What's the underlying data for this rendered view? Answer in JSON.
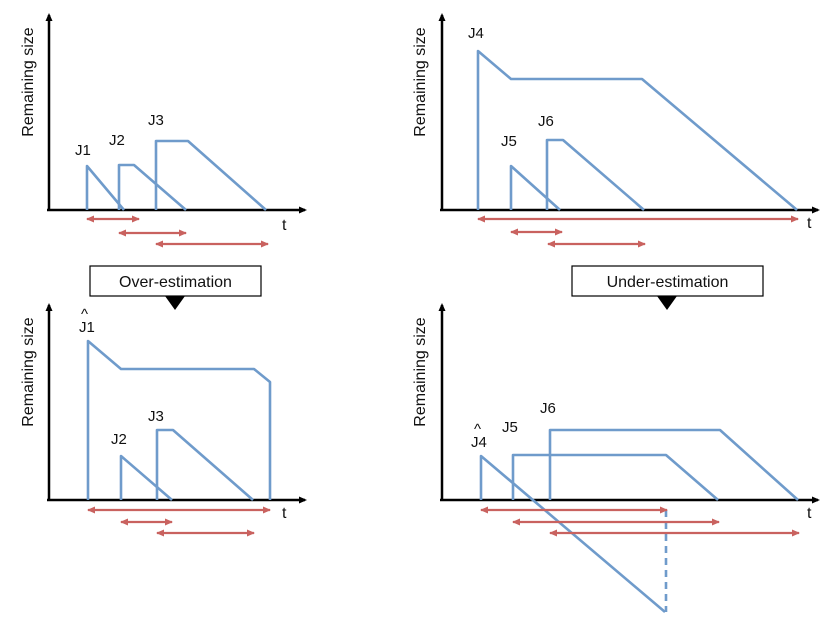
{
  "labels": {
    "axis_y": "Remaining size",
    "axis_x": "t",
    "over": "Over-estimation",
    "under": "Under-estimation",
    "hat": "^",
    "j1": "J1",
    "j2": "J2",
    "j3": "J3",
    "j4": "J4",
    "j5": "J5",
    "j6": "J6"
  },
  "colors": {
    "axis": "#000000",
    "job_line": "#6f9bcb",
    "interval_arrow": "#c9625f"
  }
}
